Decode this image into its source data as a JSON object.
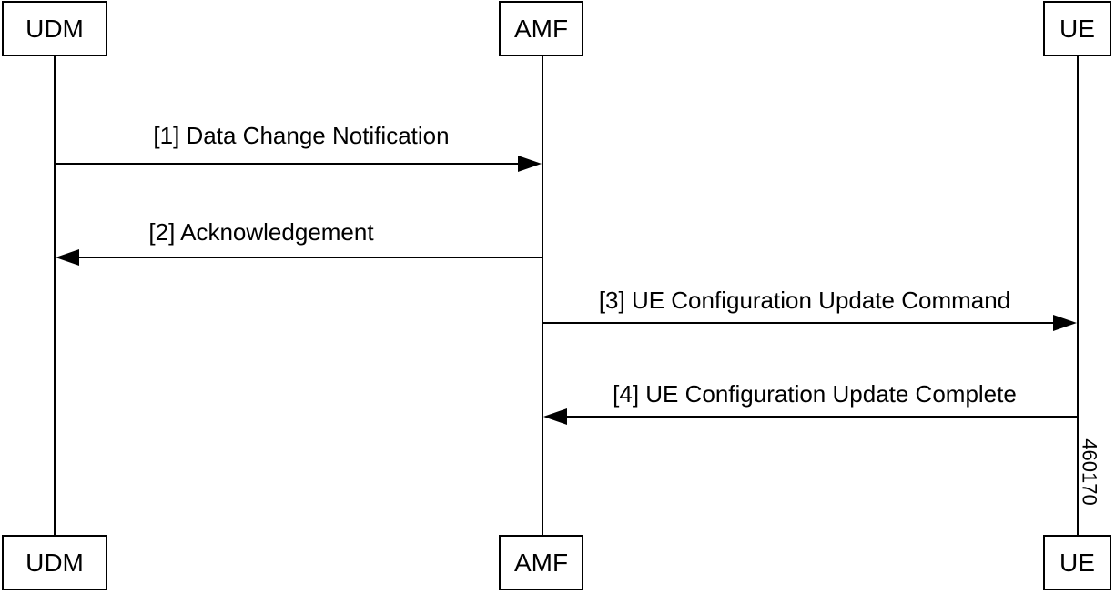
{
  "participants": [
    {
      "id": "udm",
      "label": "UDM"
    },
    {
      "id": "amf",
      "label": "AMF"
    },
    {
      "id": "ue",
      "label": "UE"
    }
  ],
  "messages": [
    {
      "label": "[1] Data Change Notification",
      "from": "UDM",
      "to": "AMF"
    },
    {
      "label": "[2] Acknowledgement",
      "from": "AMF",
      "to": "UDM"
    },
    {
      "label": "[3] UE Configuration Update Command",
      "from": "AMF",
      "to": "UE"
    },
    {
      "label": "[4] UE Configuration Update Complete",
      "from": "UE",
      "to": "AMF"
    }
  ],
  "figure_id": "460170"
}
